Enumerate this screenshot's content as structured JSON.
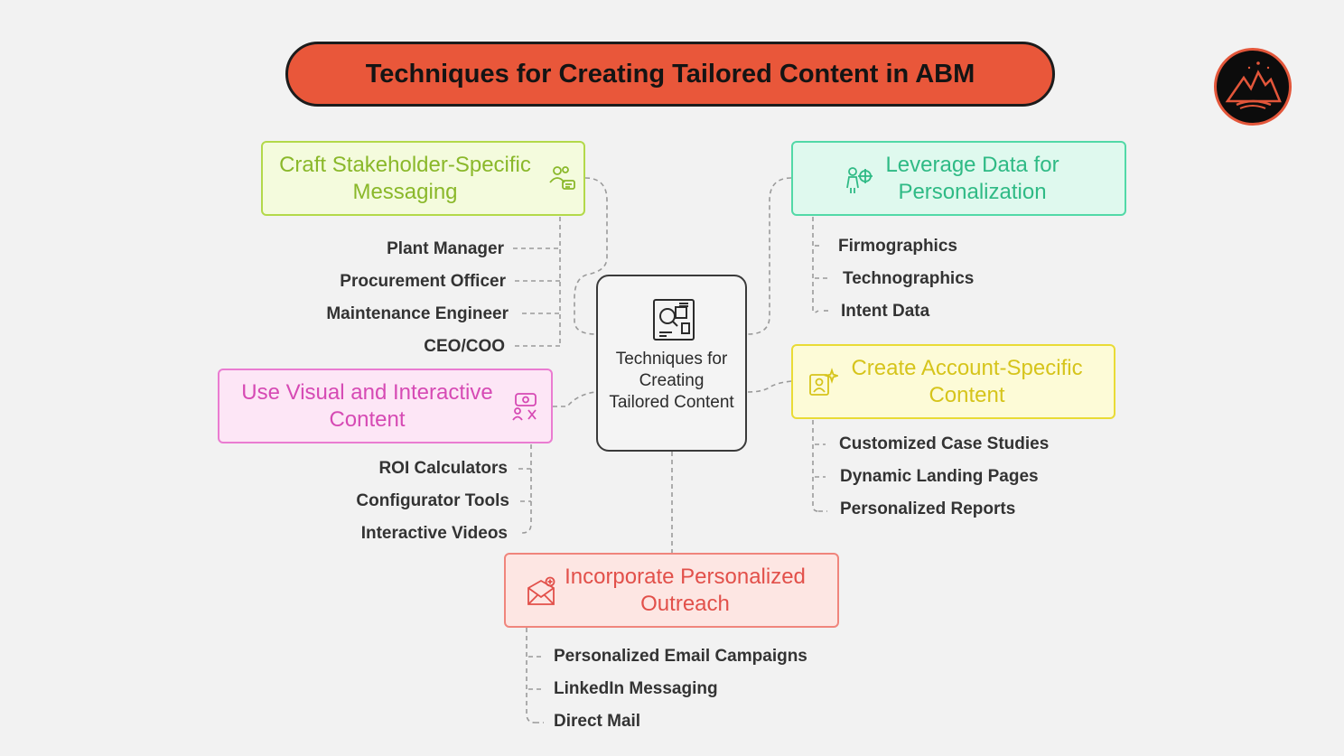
{
  "title": "Techniques for Creating Tailored Content in ABM",
  "center": {
    "label": "Techniques for Creating Tailored Content",
    "icon": "analysis-icon"
  },
  "topics": {
    "stakeholder": {
      "label": "Craft Stakeholder-Specific Messaging",
      "icon": "people-chat-icon",
      "color": "#8ab82a",
      "items": [
        "Plant Manager",
        "Procurement Officer",
        "Maintenance Engineer",
        "CEO/COO"
      ]
    },
    "data": {
      "label": "Leverage Data for Personalization",
      "icon": "person-target-icon",
      "color": "#2fba85",
      "items": [
        "Firmographics",
        "Technographics",
        "Intent Data"
      ]
    },
    "visual": {
      "label": "Use Visual and Interactive Content",
      "icon": "eye-people-icon",
      "color": "#d64ab4",
      "items": [
        "ROI Calculators",
        "Configurator Tools",
        "Interactive Videos"
      ]
    },
    "account": {
      "label": "Create Account-Specific Content",
      "icon": "profile-sparkle-icon",
      "color": "#d6c41b",
      "items": [
        "Customized Case Studies",
        "Dynamic Landing Pages",
        "Personalized Reports"
      ]
    },
    "outreach": {
      "label": "Incorporate Personalized Outreach",
      "icon": "envelope-plus-icon",
      "color": "#e2504a",
      "items": [
        "Personalized Email Campaigns",
        "LinkedIn Messaging",
        "Direct Mail"
      ]
    }
  }
}
